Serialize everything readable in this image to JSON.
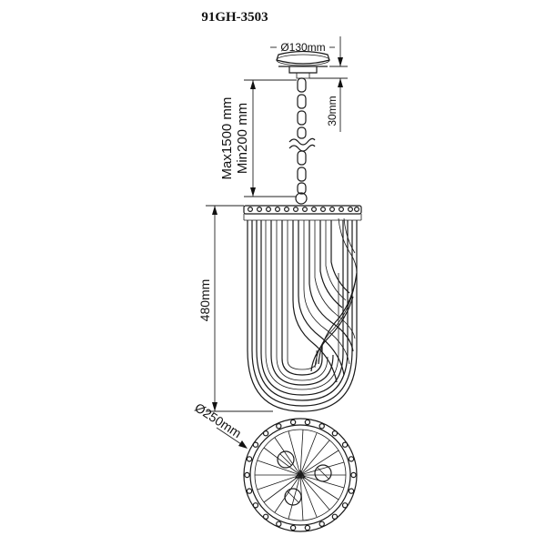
{
  "title": "91GH-3503",
  "dimensions": {
    "canopy_diameter": "Ø130mm",
    "canopy_height": "30mm",
    "chain_max": "Max1500 mm",
    "chain_min": "Min200 mm",
    "body_height": "480mm",
    "body_diameter": "Ø250mm"
  }
}
